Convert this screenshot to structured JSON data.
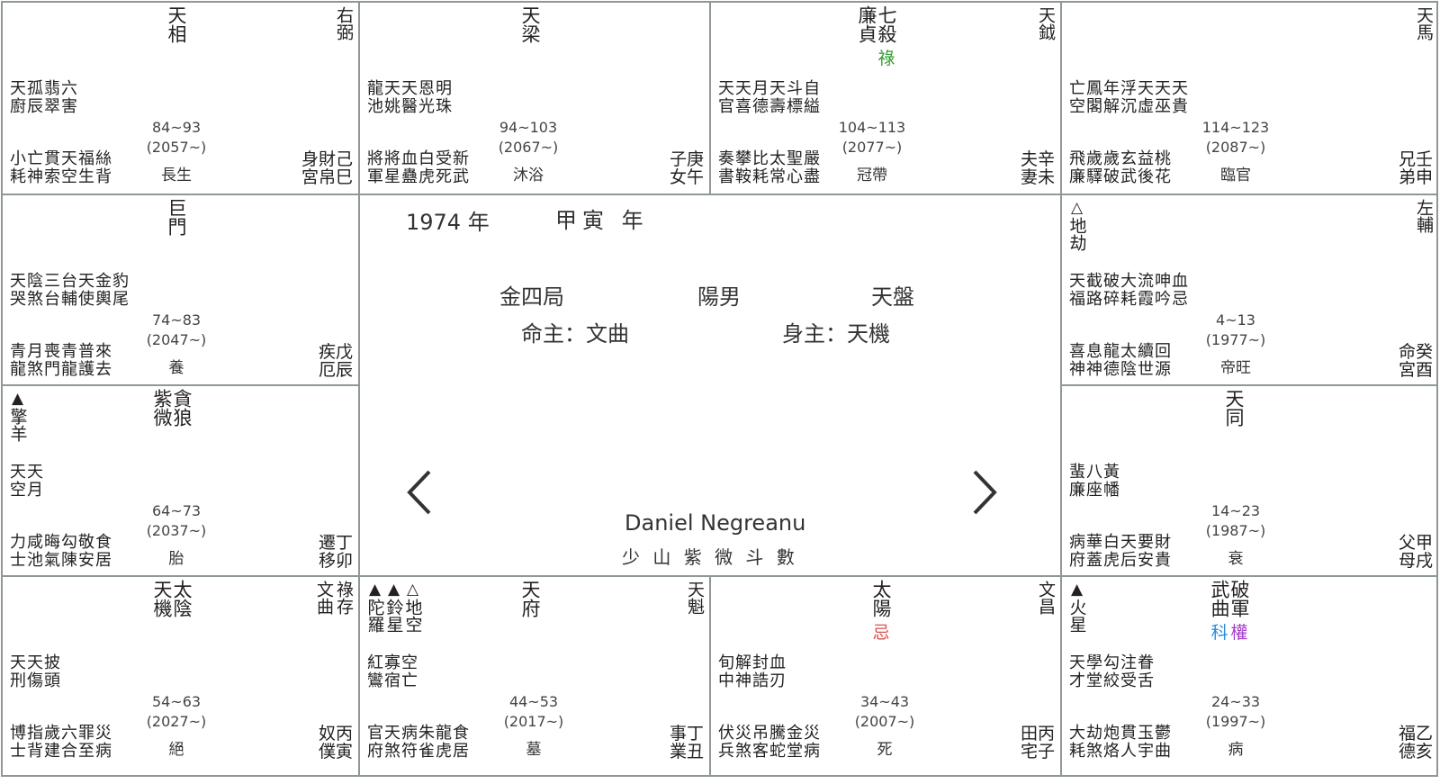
{
  "center": {
    "year": "1974 年",
    "ganzhi_year": "甲寅 年",
    "ju": "金四局",
    "yin_yang": "陽男",
    "pan": "天盤",
    "ming_zhu": "命主：文曲",
    "shen_zhu": "身主：天機",
    "name": "Daniel Negreanu",
    "subtitle": "少 山 紫 微 斗 數",
    "prev_icon": "chevron-left-icon",
    "next_icon": "chevron-right-icon"
  },
  "palaces": [
    {
      "id": "si",
      "main": [
        "天相"
      ],
      "hua": [],
      "corner": [
        "右弼"
      ],
      "left_marks": [],
      "row1": [
        "天孤翡六",
        "廚辰翠害"
      ],
      "age": "84~93",
      "year": "(2057~)",
      "phase": "長生",
      "bottom": [
        "小亡貫天福絲",
        "耗神索空生背"
      ],
      "label": [
        "身財己",
        "宮帛巳"
      ]
    },
    {
      "id": "wu",
      "main": [
        "天梁"
      ],
      "hua": [],
      "corner": [],
      "left_marks": [],
      "row1": [
        "龍天天恩明",
        "池姚醫光珠"
      ],
      "age": "94~103",
      "year": "(2067~)",
      "phase": "沐浴",
      "bottom": [
        "將將血白受新",
        "軍星蠱虎死武"
      ],
      "label": [
        "子庚",
        "女午"
      ]
    },
    {
      "id": "wei",
      "main": [
        "七殺",
        "廉貞"
      ],
      "hua": [
        {
          "text": "祿",
          "color": "#2e9e2e"
        }
      ],
      "corner": [
        "天鉞"
      ],
      "left_marks": [],
      "row1": [
        "天天月天斗自",
        "官喜德壽標縊"
      ],
      "age": "104~113",
      "year": "(2077~)",
      "phase": "冠帶",
      "bottom": [
        "奏攀比太聖嚴",
        "書鞍耗常心盡"
      ],
      "label": [
        "夫辛",
        "妻未"
      ]
    },
    {
      "id": "shen",
      "main": [],
      "hua": [],
      "corner": [
        "天馬"
      ],
      "left_marks": [],
      "row1": [
        "亡鳳年浮天天天",
        "空閣解沉虛巫貴"
      ],
      "age": "114~123",
      "year": "(2087~)",
      "phase": "臨官",
      "bottom": [
        "飛歲歲玄益桃",
        "廉驛破武後花"
      ],
      "label": [
        "兄壬",
        "弟申"
      ]
    },
    {
      "id": "chen",
      "main": [
        "巨門"
      ],
      "hua": [],
      "corner": [],
      "left_marks": [],
      "row1": [
        "天陰三台天金豹",
        "哭煞台輔使輿尾"
      ],
      "age": "74~83",
      "year": "(2047~)",
      "phase": "養",
      "bottom": [
        "青月喪青普來",
        "龍煞門龍護去"
      ],
      "label": [
        "疾戊",
        "厄辰"
      ]
    },
    {
      "id": "you",
      "main": [],
      "hua": [],
      "corner": [
        "左輔"
      ],
      "left_marks": [
        {
          "sym": "△",
          "text": "地劫"
        }
      ],
      "row1": [
        "天截破大流呻血",
        "福路碎耗霞吟忌"
      ],
      "age": "4~13",
      "year": "(1977~)",
      "phase": "帝旺",
      "bottom": [
        "喜息龍太續回",
        "神神德陰世源"
      ],
      "label": [
        "命癸",
        "宮酉"
      ]
    },
    {
      "id": "mao",
      "main": [
        "貪狼",
        "紫微"
      ],
      "hua": [],
      "corner": [],
      "left_marks": [
        {
          "sym": "▲",
          "text": "擎羊"
        }
      ],
      "row1": [
        "天天",
        "空月"
      ],
      "age": "64~73",
      "year": "(2037~)",
      "phase": "胎",
      "bottom": [
        "力咸晦勾敬食",
        "士池氣陳安居"
      ],
      "label": [
        "遷丁",
        "移卯"
      ]
    },
    {
      "id": "xu",
      "main": [
        "天同"
      ],
      "hua": [],
      "corner": [],
      "left_marks": [],
      "row1": [
        "蜚八黃",
        "廉座幡"
      ],
      "age": "14~23",
      "year": "(1987~)",
      "phase": "衰",
      "bottom": [
        "病華白天要財",
        "府蓋虎后安貴"
      ],
      "label": [
        "父甲",
        "母戌"
      ]
    },
    {
      "id": "yin",
      "main": [
        "太陰",
        "天機"
      ],
      "hua": [],
      "corner": [
        "祿存",
        "文曲"
      ],
      "left_marks": [],
      "row1": [
        "天天披",
        "刑傷頭"
      ],
      "age": "54~63",
      "year": "(2027~)",
      "phase": "絕",
      "bottom": [
        "博指歲六罪災",
        "士背建合至病"
      ],
      "label": [
        "奴丙",
        "僕寅"
      ]
    },
    {
      "id": "chou",
      "main": [
        "天府"
      ],
      "hua": [],
      "corner": [
        "天魁"
      ],
      "left_marks": [
        {
          "sym": "▲",
          "text": "陀羅"
        },
        {
          "sym": "▲",
          "text": "鈴星"
        },
        {
          "sym": "△",
          "text": "地空"
        }
      ],
      "row1": [
        "紅寡空",
        "鸞宿亡"
      ],
      "age": "44~53",
      "year": "(2017~)",
      "phase": "墓",
      "bottom": [
        "官天病朱龍食",
        "府煞符雀虎居"
      ],
      "label": [
        "事丁",
        "業丑"
      ]
    },
    {
      "id": "zi",
      "main": [
        "太陽"
      ],
      "hua": [
        {
          "text": "忌",
          "color": "#d9534f"
        }
      ],
      "corner": [
        "文昌"
      ],
      "left_marks": [],
      "row1": [
        "旬解封血",
        "中神誥刃"
      ],
      "age": "34~43",
      "year": "(2007~)",
      "phase": "死",
      "bottom": [
        "伏災吊騰金災",
        "兵煞客蛇堂病"
      ],
      "label": [
        "田丙",
        "宅子"
      ]
    },
    {
      "id": "hai",
      "main": [
        "破軍",
        "武曲"
      ],
      "hua": [
        {
          "text": "權",
          "color": "#a23bc9"
        },
        {
          "text": "科",
          "color": "#2a8de0"
        }
      ],
      "corner": [],
      "left_marks": [
        {
          "sym": "▲",
          "text": "火星"
        }
      ],
      "row1": [
        "天學勾注眷",
        "才堂絞受舌"
      ],
      "age": "24~33",
      "year": "(1997~)",
      "phase": "病",
      "bottom": [
        "大劫炮貫玉鬱",
        "耗煞烙人宇曲"
      ],
      "label": [
        "福乙",
        "德亥"
      ]
    }
  ]
}
